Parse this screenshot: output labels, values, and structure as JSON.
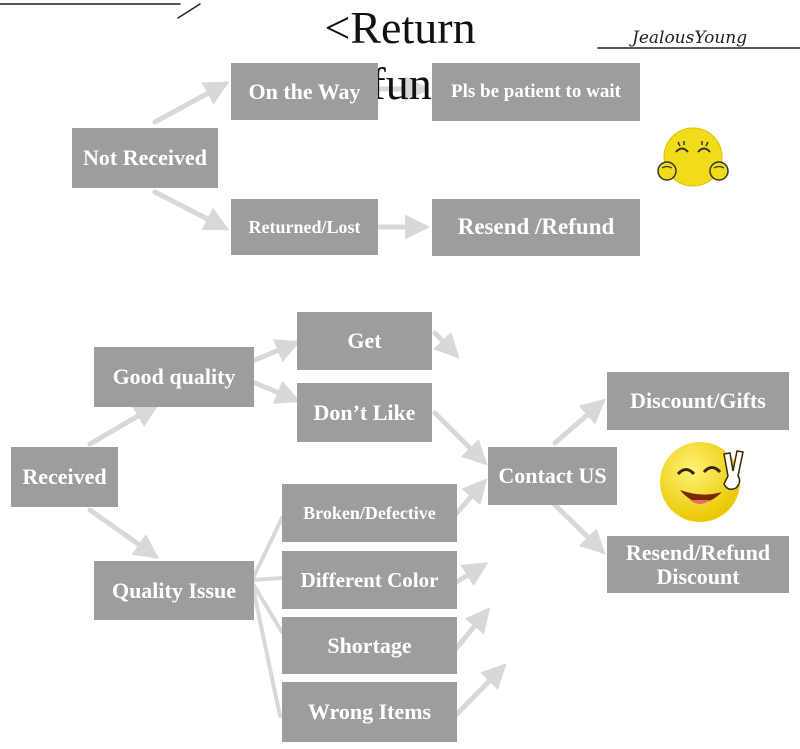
{
  "header": {
    "title": "Return Refund",
    "brand": "JealousYoung"
  },
  "section_not_received": {
    "root": "Not Received",
    "on_the_way": "On the Way",
    "wait": "Pls be patient to wait",
    "returned_lost": "Returned/Lost",
    "resend_refund": "Resend /Refund"
  },
  "section_received": {
    "root": "Received",
    "good_quality": "Good quality",
    "get": "Get",
    "dont_like": "Don’t Like",
    "quality_issue": "Quality Issue",
    "broken": "Broken/Defective",
    "different_color": "Different Color",
    "shortage": "Shortage",
    "wrong_items": "Wrong Items",
    "contact_us": "Contact US",
    "discount_gifts": "Discount/Gifts",
    "resend_refund_discount": "Resend/Refund Discount"
  },
  "icons": {
    "emoji_top": "shy-smiley-icon",
    "emoji_bottom": "victory-smiley-icon"
  },
  "colors": {
    "box": "#9d9d9d",
    "arrow": "#d8d8d8",
    "emoji": "#f2dc1a"
  }
}
